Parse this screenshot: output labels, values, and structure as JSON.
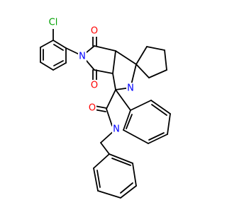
{
  "molecule": {
    "colors": {
      "bond": "#000000",
      "O": "#ff0000",
      "N": "#0000ff",
      "Cl": "#00a000"
    },
    "atom_labels": [
      {
        "id": "cl",
        "text": "Cl",
        "element": "Cl"
      },
      {
        "id": "o-top",
        "text": "O",
        "element": "O"
      },
      {
        "id": "n-imide",
        "text": "N",
        "element": "N"
      },
      {
        "id": "o-mid",
        "text": "O",
        "element": "O"
      },
      {
        "id": "n-pyrrolidine",
        "text": "N",
        "element": "N"
      },
      {
        "id": "o-oxindole",
        "text": "O",
        "element": "O"
      },
      {
        "id": "n-oxindole",
        "text": "N",
        "element": "N"
      }
    ]
  }
}
